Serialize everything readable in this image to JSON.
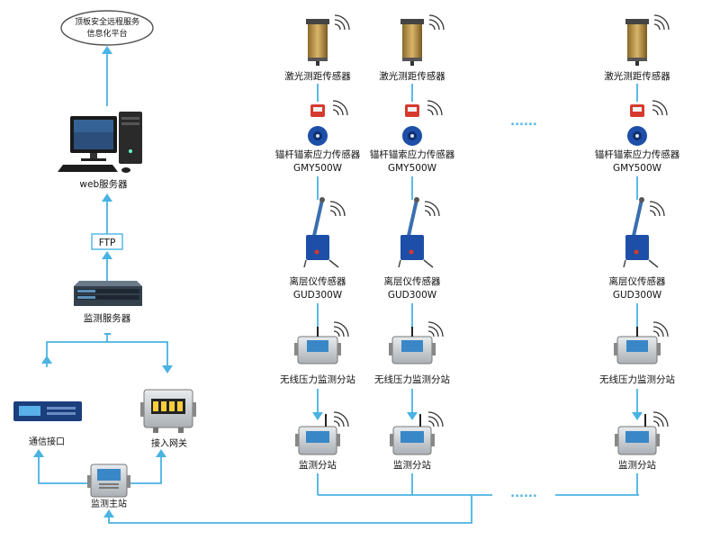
{
  "platform": {
    "line1": "顶板安全远程服务",
    "line2": "信息化平台"
  },
  "web_server": {
    "label": "web服务器"
  },
  "ftp": {
    "label": "FTP"
  },
  "monitor_server": {
    "label": "监测服务器"
  },
  "comm_interface": {
    "label": "通信接口"
  },
  "access_gateway": {
    "label": "接入网关"
  },
  "main_station": {
    "label": "监测主站"
  },
  "columns": [
    {
      "laser": "激光测距传感器",
      "anchor_line1": "锚杆锚索应力传感器",
      "anchor_line2": "GMY500W",
      "layer_line1": "离层仪传感器",
      "layer_line2": "GUD300W",
      "pressure": "无线压力监测分站",
      "substation": "监测分站"
    },
    {
      "laser": "激光测距传感器",
      "anchor_line1": "锚杆锚索应力传感器",
      "anchor_line2": "GMY500W",
      "layer_line1": "离层仪传感器",
      "layer_line2": "GUD300W",
      "pressure": "无线压力监测分站",
      "substation": "监测分站"
    },
    {
      "laser": "激光测距传感器",
      "anchor_line1": "锚杆锚索应力传感器",
      "anchor_line2": "GMY500W",
      "layer_line1": "离层仪传感器",
      "layer_line2": "GUD300W",
      "pressure": "无线压力监测分站",
      "substation": "监测分站"
    }
  ],
  "ellipsis": "......",
  "colors": {
    "line": "#49b3e3",
    "device_blue": "#1e4fa8",
    "alert_red": "#d63a2f"
  }
}
